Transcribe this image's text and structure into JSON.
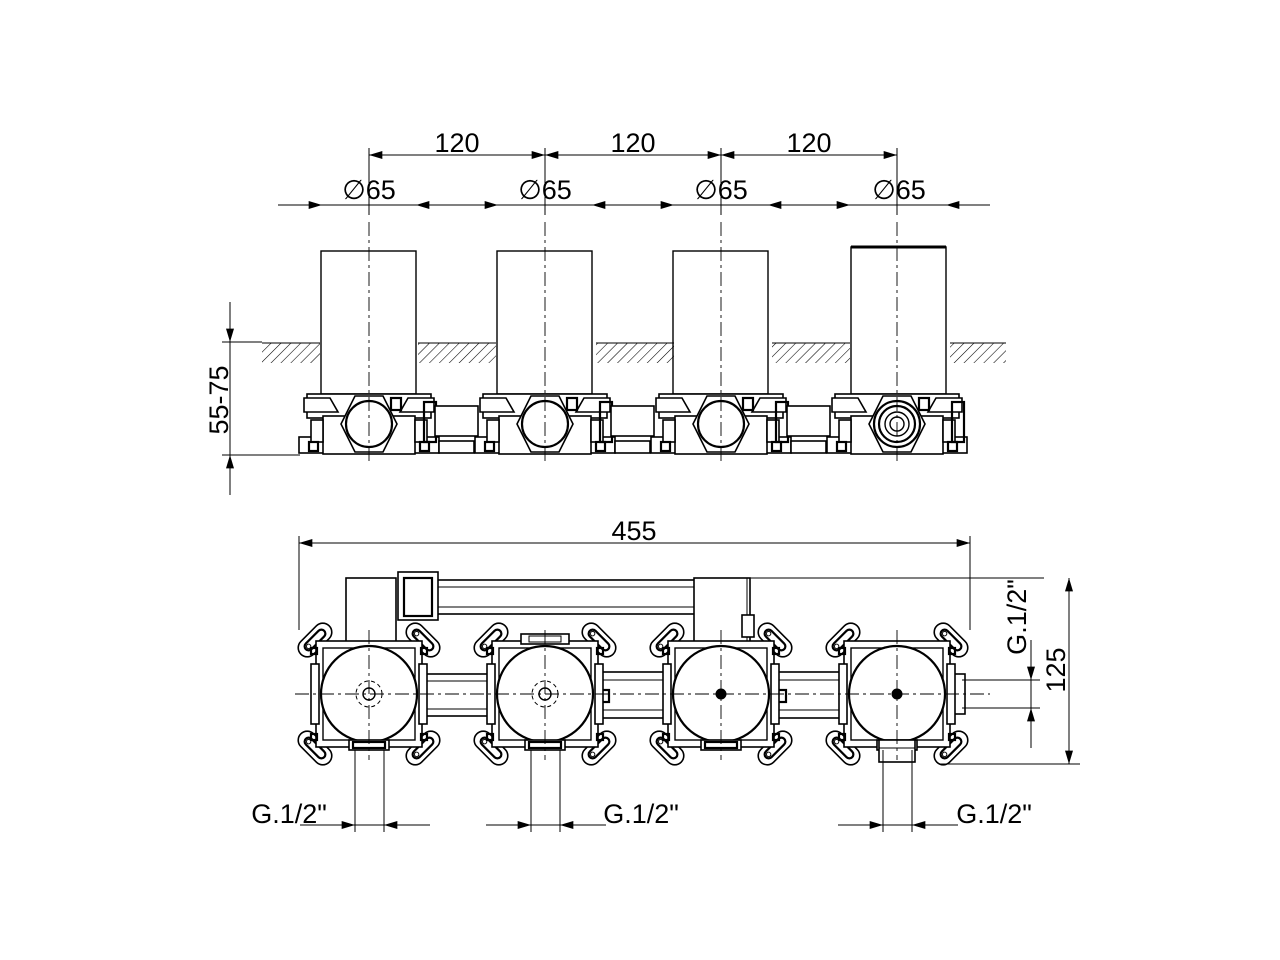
{
  "dimensions": {
    "spacing": [
      "120",
      "120",
      "120"
    ],
    "diameters": [
      "∅65",
      "∅65",
      "∅65",
      "∅65"
    ],
    "depth": "55-75",
    "overall_width": "455",
    "height": "125",
    "outlet_right": "G.1/2\"",
    "outlets_bottom": [
      "G.1/2\"",
      "G.1/2\"",
      "G.1/2\""
    ]
  }
}
